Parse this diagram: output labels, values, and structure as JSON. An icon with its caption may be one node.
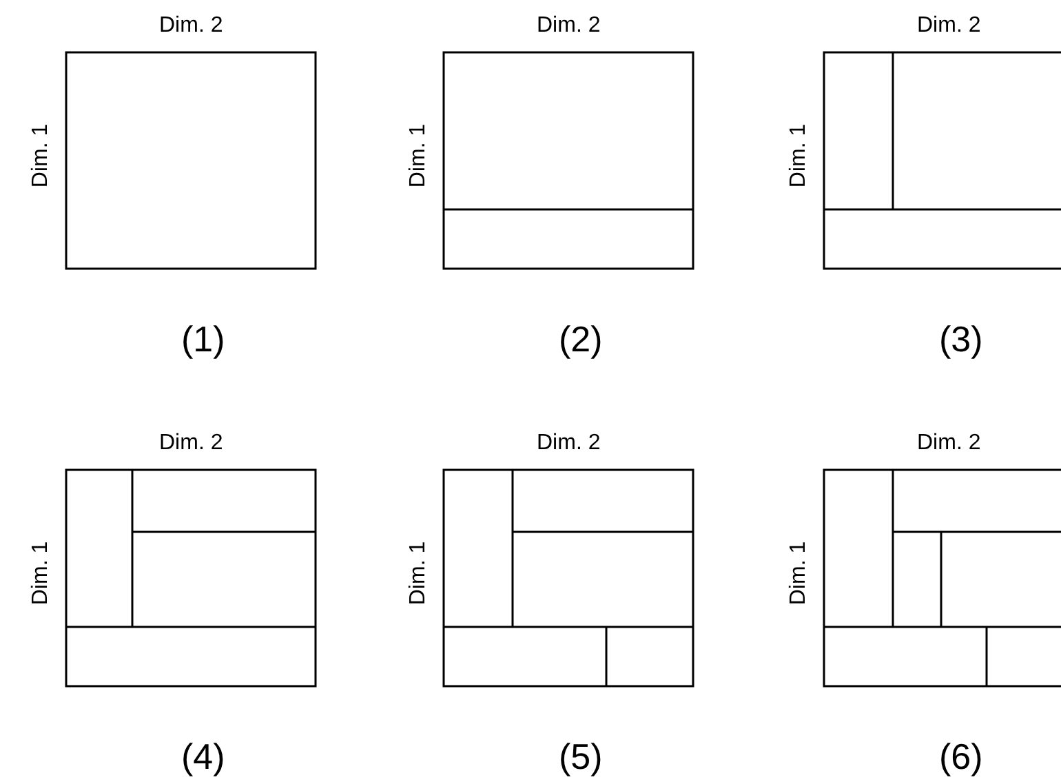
{
  "diagram": {
    "labels": [
      "Dim. 2",
      "Dim. 1",
      "(1)",
      "Dim. 2",
      "Dim. 1",
      "(2)",
      "Dim. 2",
      "Dim. 1",
      "(3)",
      "Dim. 2",
      "Dim. 1",
      "(4)",
      "Dim. 2",
      "Dim. 1",
      "(5)",
      "Dim. 2",
      "Dim. 1",
      "(6)"
    ]
  }
}
